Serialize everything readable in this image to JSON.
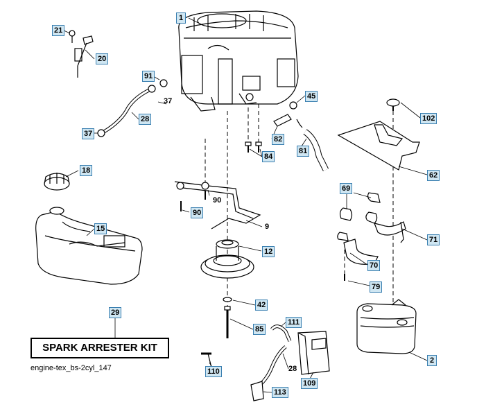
{
  "diagram": {
    "caption": "engine-tex_bs-2cyl_147",
    "kit_label": "SPARK ARRESTER KIT",
    "callouts": {
      "c1": "1",
      "c21": "21",
      "c20": "20",
      "c91": "91",
      "c37a": "37",
      "c28a": "28",
      "c37b": "37",
      "c18": "18",
      "c15": "15",
      "c90a": "90",
      "c90b": "90",
      "c9": "9",
      "c12": "12",
      "c42": "42",
      "c85": "85",
      "c45": "45",
      "c82": "82",
      "c84": "84",
      "c81": "81",
      "c102": "102",
      "c62": "62",
      "c69": "69",
      "c71": "71",
      "c70": "70",
      "c79": "79",
      "c111": "111",
      "c28b": "28",
      "c109": "109",
      "c113": "113",
      "c110": "110",
      "c29": "29",
      "c2": "2"
    }
  }
}
